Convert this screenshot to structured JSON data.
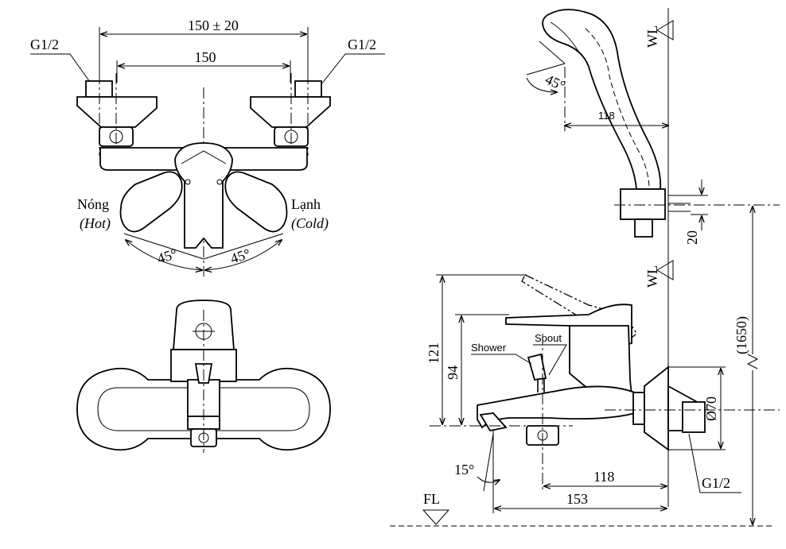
{
  "top_view": {
    "dim_outer": "150 ± 20",
    "dim_inner": "150",
    "thread_left": "G1/2",
    "thread_right": "G1/2",
    "hot_label": "Nóng",
    "hot_label_en": "(Hot)",
    "cold_label": "Lạnh",
    "cold_label_en": "(Cold)",
    "angle_left": "45°",
    "angle_right": "45°"
  },
  "shower_view": {
    "angle": "45°",
    "dim_118": "118",
    "wl": "WL",
    "dim_20": "20"
  },
  "side_view": {
    "wl": "WL",
    "dim_121": "121",
    "dim_94": "94",
    "shower_label": "Shower",
    "spout_label": "Spout",
    "angle_15": "15°",
    "dim_118": "118",
    "dim_153": "153",
    "dim_70": "Ø70",
    "thread": "G1/2",
    "fl": "FL",
    "dim_1650": "(1650)"
  }
}
